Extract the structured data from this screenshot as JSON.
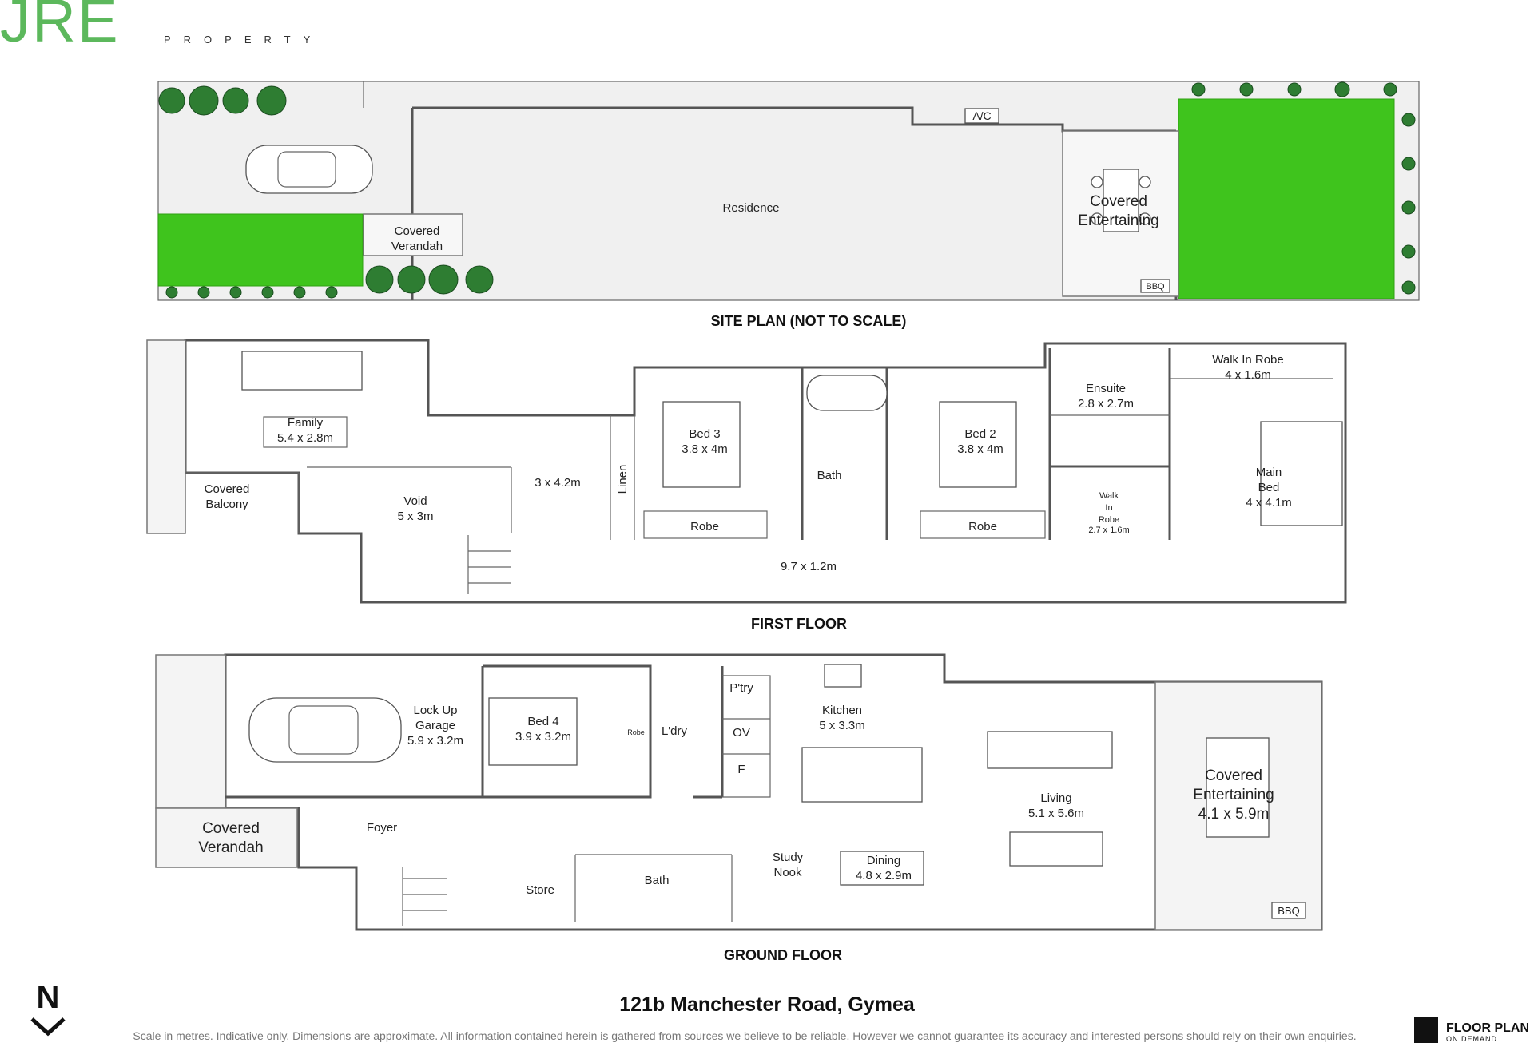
{
  "brand": {
    "logo_main": "JRE",
    "logo_sub": "PROPERTY",
    "brand_color": "#5cb85c",
    "lawn_color": "#3fc41d"
  },
  "site_plan": {
    "title": "SITE PLAN (NOT TO SCALE)",
    "residence": "Residence",
    "ac": "A/C",
    "verandah_line1": "Covered",
    "verandah_line2": "Verandah",
    "entertaining_line1": "Covered",
    "entertaining_line2": "Entertaining",
    "bbq": "BBQ"
  },
  "first_floor": {
    "title": "FIRST FLOOR",
    "family_name": "Family",
    "family_dim": "5.4 x 2.8m",
    "balcony_line1": "Covered",
    "balcony_line2": "Balcony",
    "void_name": "Void",
    "void_dim": "5 x 3m",
    "stair_dim": "3 x 4.2m",
    "linen": "Linen",
    "bed3_name": "Bed 3",
    "bed3_dim": "3.8 x 4m",
    "robe3": "Robe",
    "bath": "Bath",
    "bed2_name": "Bed 2",
    "bed2_dim": "3.8 x 4m",
    "robe2": "Robe",
    "ensuite_name": "Ensuite",
    "ensuite_dim": "2.8 x 2.7m",
    "wir_name": "Walk In Robe",
    "wir_dim": "4 x 1.6m",
    "wir2_line1": "Walk",
    "wir2_line2": "In",
    "wir2_line3": "Robe",
    "wir2_dim": "2.7 x 1.6m",
    "main_line1": "Main",
    "main_line2": "Bed",
    "main_dim": "4 x 4.1m",
    "hall_dim": "9.7 x 1.2m"
  },
  "ground_floor": {
    "title": "GROUND FLOOR",
    "garage_line1": "Lock Up",
    "garage_line2": "Garage",
    "garage_dim": "5.9 x 3.2m",
    "bed4_name": "Bed 4",
    "bed4_dim": "3.9 x 3.2m",
    "robe": "Robe",
    "laundry": "L'dry",
    "pantry": "P'try",
    "oven": "OV",
    "fridge": "F",
    "kitchen_name": "Kitchen",
    "kitchen_dim": "5 x 3.3m",
    "living_name": "Living",
    "living_dim": "5.1 x 5.6m",
    "dining_name": "Dining",
    "dining_dim": "4.8 x 2.9m",
    "study_line1": "Study",
    "study_line2": "Nook",
    "foyer": "Foyer",
    "store": "Store",
    "bath": "Bath",
    "verandah_line1": "Covered",
    "verandah_line2": "Verandah",
    "ent_line1": "Covered",
    "ent_line2": "Entertaining",
    "ent_dim": "4.1 x 5.9m",
    "bbq": "BBQ"
  },
  "footer": {
    "address": "121b Manchester Road, Gymea",
    "disclaimer": "Scale in metres. Indicative only. Dimensions are approximate. All information contained herein is gathered from sources we believe to be reliable. However we cannot guarantee its accuracy and interested persons should rely on their own enquiries.",
    "north_label": "N",
    "fpod_line1": "FLOOR PLAN",
    "fpod_line2": "ON DEMAND"
  }
}
